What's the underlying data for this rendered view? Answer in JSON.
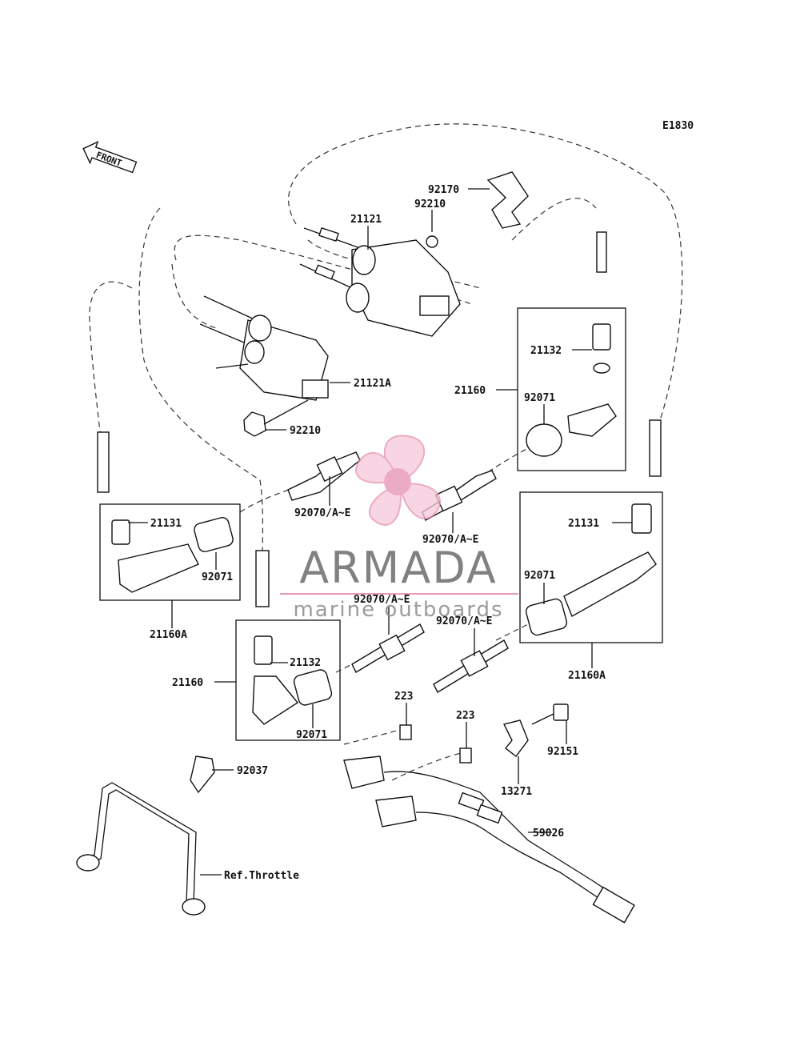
{
  "diagram_code": "E1830",
  "front_label": "FRONT",
  "watermark": {
    "brand": "ARMADA",
    "tagline": "marine outboards",
    "brand_color": "#6b6b6b",
    "accent_color": "#e58fb0"
  },
  "callouts": {
    "c92170": "92170",
    "c92210_top": "92210",
    "c21121": "21121",
    "c21121A": "21121A",
    "c92210_bottom": "92210",
    "c21132_top": "21132",
    "c21160_right": "21160",
    "c92071_right_top": "92071",
    "c92070_center_left": "92070/A~E",
    "c92070_center_right": "92070/A~E",
    "c21131_left": "21131",
    "c92071_left": "92071",
    "c21160A_left": "21160A",
    "c21131_right": "21131",
    "c92071_right_lower": "92071",
    "c21160A_right": "21160A",
    "c92070_lower_left": "92070/A~E",
    "c92070_lower_right": "92070/A~E",
    "c21132_lower": "21132",
    "c21160_lower": "21160",
    "c92071_lower": "92071",
    "c223_left": "223",
    "c223_right": "223",
    "c92151": "92151",
    "c13271": "13271",
    "c92037": "92037",
    "c59026": "59026",
    "ref_throttle": "Ref.Throttle"
  }
}
